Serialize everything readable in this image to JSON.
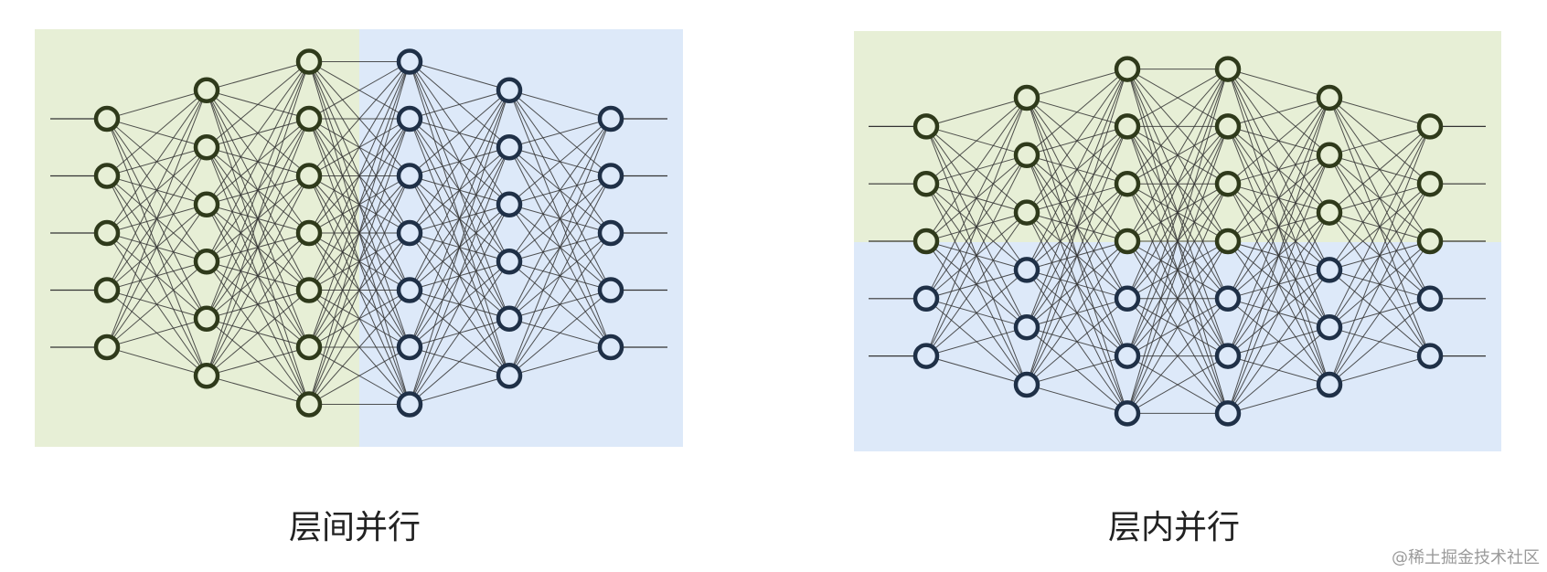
{
  "diagrams": [
    {
      "caption": "层间并行",
      "layer_node_counts": [
        5,
        6,
        7,
        7,
        6,
        5
      ],
      "split": "vertical",
      "split_after_layer": 3
    },
    {
      "caption": "层内并行",
      "layer_node_counts": [
        5,
        6,
        7,
        7,
        6,
        5
      ],
      "split": "horizontal",
      "split_after_row": 3
    }
  ],
  "colors": {
    "partition_a": "#e7efd6",
    "partition_b": "#dde9f9",
    "node_stroke_a": "#2f3a1b",
    "node_stroke_b": "#1f3047",
    "edge": "#333333"
  },
  "watermark": "@稀土掘金技术社区"
}
